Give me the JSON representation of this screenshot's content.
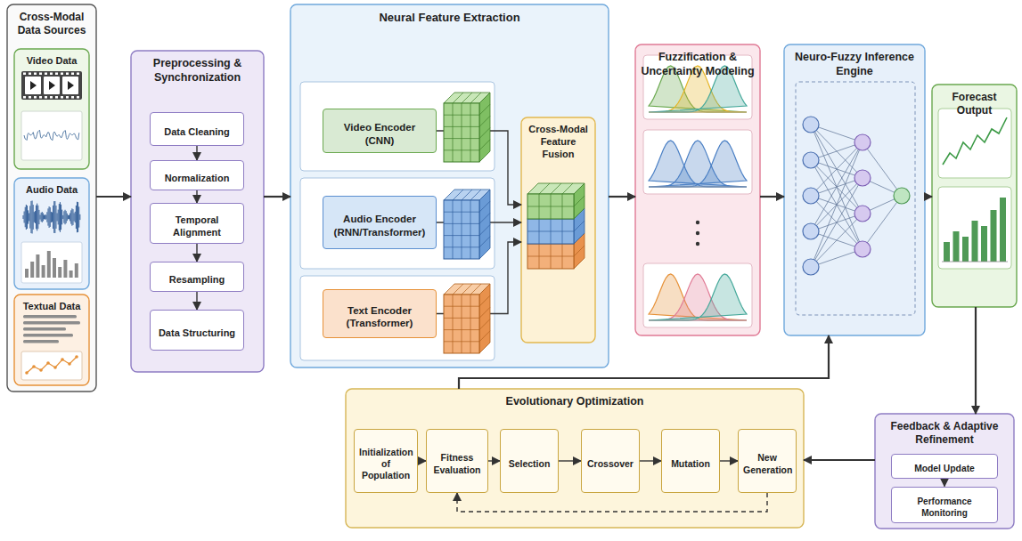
{
  "diagram": {
    "nodes": [
      {
        "text": [
          "Cross-Modal Data Sources"
        ]
      },
      {
        "text": [
          "Video Data"
        ],
        "in": 0
      },
      {
        "text": [
          "Audio Data"
        ],
        "in": 0
      },
      {
        "text": [
          "Textual Data"
        ],
        "in": 0
      },
      {
        "text": [
          "Preprocessing & Synchronization"
        ]
      },
      {
        "text": [
          "Data Cleaning"
        ],
        "in": 4
      },
      {
        "text": [
          "Normalization"
        ],
        "in": 4
      },
      {
        "text": [
          "Temporal Alignment"
        ],
        "in": 4
      },
      {
        "text": [
          "Resampling"
        ],
        "in": 4
      },
      {
        "text": [
          "Data Structuring"
        ],
        "in": 4
      },
      {
        "text": [
          "Neural Feature Extraction"
        ]
      },
      {
        "text": [
          "Video Encoder (CNN)"
        ],
        "in": 10
      },
      {
        "text": [
          "Audio Encoder (RNN/Transformer)"
        ],
        "in": 10
      },
      {
        "text": [
          "Text Encoder (Transformer)"
        ],
        "in": 10
      },
      {
        "text": [
          "Cross-Modal Feature Fusion"
        ],
        "in": 10
      },
      {
        "text": [
          "Fuzzification & Uncertainty Modeling"
        ]
      },
      {
        "text": [
          "Neuro-Fuzzy Inference Engine"
        ]
      },
      {
        "text": [
          "Forecast Output"
        ]
      },
      {
        "text": [
          "Evolutionary Optimization"
        ]
      },
      {
        "text": [
          "Initialization of Population"
        ],
        "in": 18
      },
      {
        "text": [
          "Fitness Evaluation"
        ],
        "in": 18
      },
      {
        "text": [
          "Selection"
        ],
        "in": 18
      },
      {
        "text": [
          "Crossover"
        ],
        "in": 18
      },
      {
        "text": [
          "Mutation"
        ],
        "in": 18
      },
      {
        "text": [
          "New Generation"
        ],
        "in": 18
      },
      {
        "text": [
          "Feedback & Adaptive Refinement"
        ]
      },
      {
        "text": [
          "Model Update"
        ],
        "in": 25
      },
      {
        "text": [
          "Performance Monitoring"
        ],
        "in": 25
      }
    ],
    "edges": [
      {
        "from": 0,
        "to": 4,
        "arrow": "to"
      },
      {
        "from": 4,
        "to": 10,
        "arrow": "to"
      },
      {
        "from": 10,
        "to": 15,
        "arrow": "to"
      },
      {
        "from": 15,
        "to": 16,
        "arrow": "to"
      },
      {
        "from": 16,
        "to": 17,
        "arrow": "to"
      },
      {
        "from": 17,
        "to": 25,
        "arrow": "to"
      },
      {
        "from": 25,
        "to": 18,
        "arrow": "to"
      },
      {
        "from": 18,
        "to": 16,
        "arrow": "to"
      },
      {
        "from": 5,
        "to": 6,
        "arrow": "to"
      },
      {
        "from": 6,
        "to": 7,
        "arrow": "to"
      },
      {
        "from": 7,
        "to": 8,
        "arrow": "to"
      },
      {
        "from": 8,
        "to": 9,
        "arrow": "to"
      },
      {
        "from": 11,
        "to": 14,
        "arrow": "to"
      },
      {
        "from": 12,
        "to": 14,
        "arrow": "to"
      },
      {
        "from": 13,
        "to": 14,
        "arrow": "to"
      },
      {
        "from": 19,
        "to": 20,
        "arrow": "to"
      },
      {
        "from": 20,
        "to": 21,
        "arrow": "to"
      },
      {
        "from": 21,
        "to": 22,
        "arrow": "to"
      },
      {
        "from": 22,
        "to": 23,
        "arrow": "to"
      },
      {
        "from": 23,
        "to": 24,
        "arrow": "to"
      },
      {
        "from": 24,
        "to": 20,
        "arrow": "to"
      },
      {
        "from": 26,
        "to": 27,
        "arrow": "to"
      }
    ]
  }
}
